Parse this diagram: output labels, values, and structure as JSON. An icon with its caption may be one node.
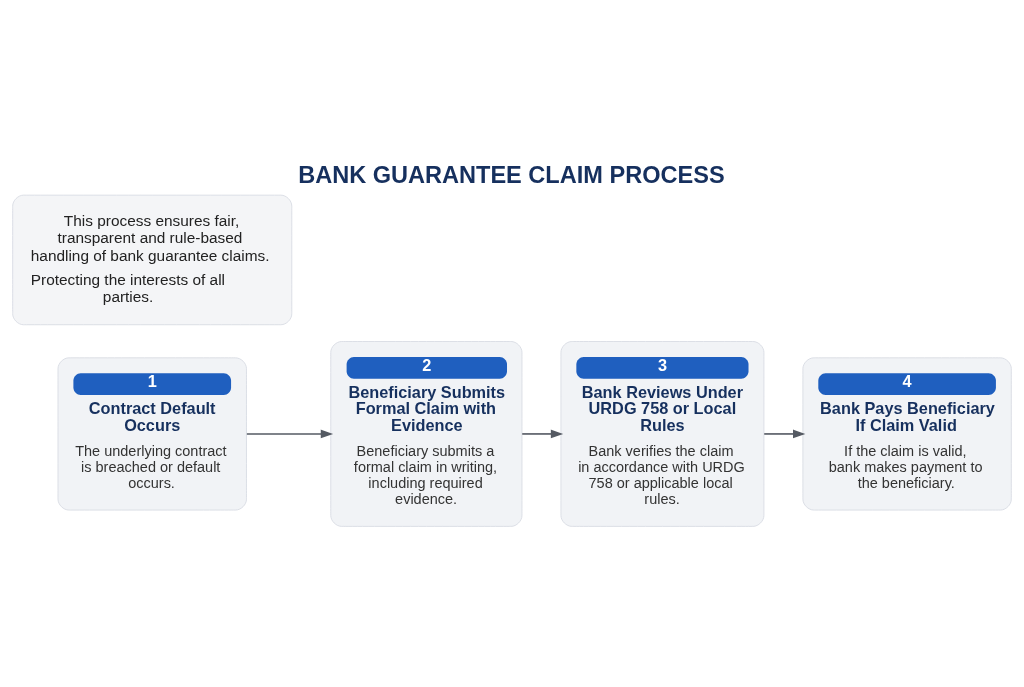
{
  "diagram": {
    "title": "BANK GUARANTEE CLAIM PROCESS",
    "nodes": [
      {
        "text": [
          "1",
          "Contract Default Occurs",
          "The underlying contract is breached or default occurs."
        ]
      },
      {
        "text": [
          "2",
          "Beneficiary Submits Formal Claim with Evidence",
          "Beneficiary submits a formal claim in writing, including required evidence."
        ]
      },
      {
        "text": [
          "3",
          "Bank Reviews Under URDG 758 or Local Rules",
          "Bank verifies the claim in accordance with URDG 758 or applicable local rules."
        ]
      },
      {
        "text": [
          "4",
          "Bank Pays Beneficiary If Claim Valid",
          "If the claim is valid, bank makes payment to the beneficiary."
        ]
      },
      {
        "text": [
          "This process ensures fair, transparent and rule-based handling of bank guarantee claims.",
          "Protecting the interests of all parties."
        ]
      }
    ],
    "edges": [
      {
        "from": 0,
        "to": 1,
        "arrow": "to"
      },
      {
        "from": 1,
        "to": 2,
        "arrow": "to"
      },
      {
        "from": 2,
        "to": 3,
        "arrow": "to"
      }
    ]
  }
}
